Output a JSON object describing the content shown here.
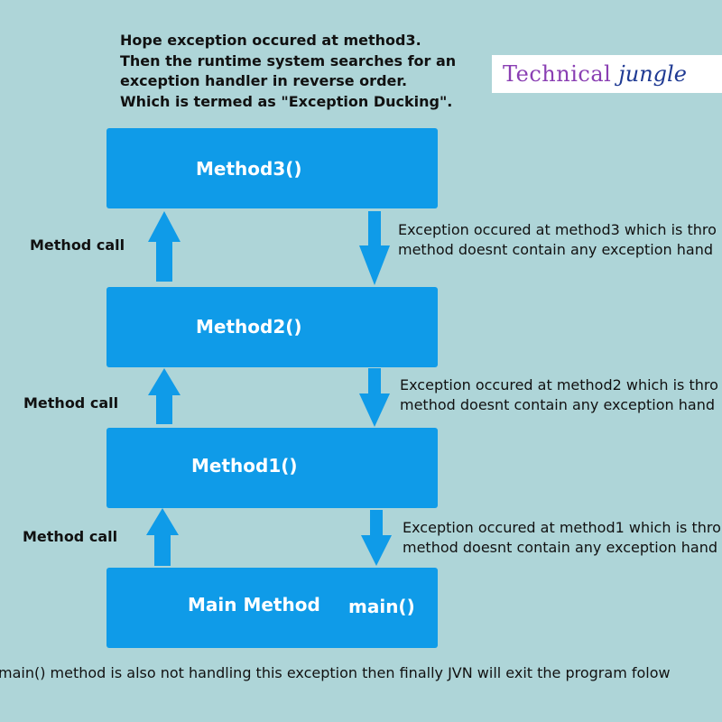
{
  "intro": {
    "lines": [
      "Hope exception occured at method3.",
      "Then the runtime system searches for an",
      "exception handler in reverse order.",
      "Which is termed as \"Exception Ducking\"."
    ]
  },
  "logo": {
    "word1": "Technical",
    "word2": "jungle"
  },
  "boxes": {
    "method3": "Method3()",
    "method2": "Method2()",
    "method1": "Method1()",
    "main_left": "Main Method",
    "main_right": "main()"
  },
  "call_labels": [
    "Method call",
    "Method call",
    "Method call"
  ],
  "notes": [
    {
      "line1": "Exception occured at method3 which is thro",
      "line2": "method doesnt contain any exception hand"
    },
    {
      "line1": "Exception occured at method2 which is thro",
      "line2": "method doesnt contain any exception hand"
    },
    {
      "line1": "Exception occured at method1 which is thro",
      "line2": "method doesnt contain any exception hand"
    }
  ],
  "footer": "main() method is also not handling this exception then finally JVN will exit the program folow",
  "colors": {
    "background": "#aed5d8",
    "box": "#0f9be8",
    "arrow": "#0f9be8",
    "logo_word1": "#8a3fb3",
    "logo_word2": "#1f3a93"
  }
}
